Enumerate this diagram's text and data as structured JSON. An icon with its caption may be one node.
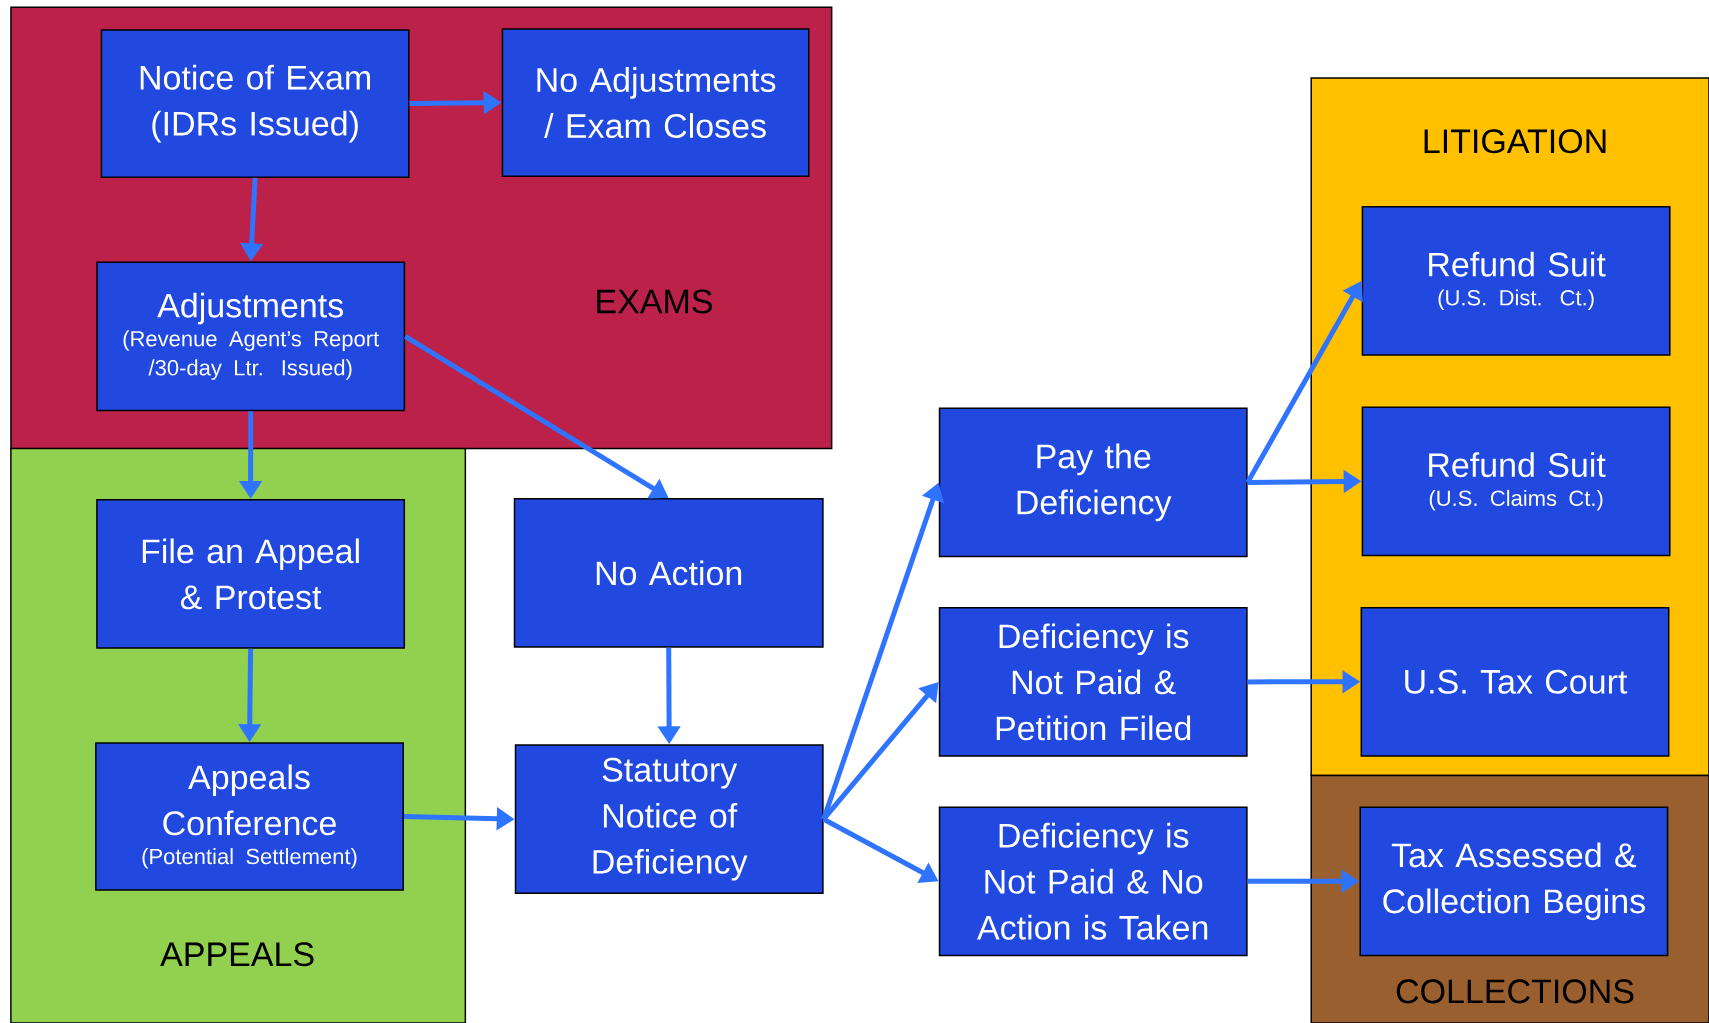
{
  "diagram": {
    "nodes": [
      {
        "text": [
          "EXAMS"
        ]
      },
      {
        "text": [
          "Notice of Exam (IDRs Issued)"
        ],
        "in": 0
      },
      {
        "text": [
          "No Adjustments / Exam Closes"
        ],
        "in": 0
      },
      {
        "text": [
          "Adjustments",
          "(Revenue Agent’s Report /30-day Ltr. Issued)"
        ],
        "in": 0
      },
      {
        "text": [
          "APPEALS"
        ]
      },
      {
        "text": [
          "File an Appeal & Protest"
        ],
        "in": 4
      },
      {
        "text": [
          "Appeals Conference",
          "(Potential Settlement)"
        ],
        "in": 4
      },
      {
        "text": [
          "No Action"
        ]
      },
      {
        "text": [
          "Statutory Notice of Deficiency"
        ]
      },
      {
        "text": [
          "Pay the Deficiency"
        ]
      },
      {
        "text": [
          "Deficiency is Not Paid & Petition Filed"
        ]
      },
      {
        "text": [
          "Deficiency is Not Paid & No Action is Taken"
        ]
      },
      {
        "text": [
          "LITIGATION"
        ]
      },
      {
        "text": [
          "Refund Suit",
          "(U.S. Dist. Ct.)"
        ],
        "in": 12
      },
      {
        "text": [
          "Refund Suit",
          "(U.S. Claims Ct.)"
        ],
        "in": 12
      },
      {
        "text": [
          "U.S. Tax Court"
        ],
        "in": 12
      },
      {
        "text": [
          "COLLECTIONS"
        ]
      },
      {
        "text": [
          "Tax Assessed & Collection Begins"
        ],
        "in": 16
      }
    ],
    "edges": [
      {
        "from": 1,
        "to": 2,
        "arrow": "to"
      },
      {
        "from": 1,
        "to": 3,
        "arrow": "to"
      },
      {
        "from": 3,
        "to": 5,
        "arrow": "to"
      },
      {
        "from": 3,
        "to": 7,
        "arrow": "to"
      },
      {
        "from": 5,
        "to": 6,
        "arrow": "to"
      },
      {
        "from": 6,
        "to": 8,
        "arrow": "to"
      },
      {
        "from": 7,
        "to": 8,
        "arrow": "to"
      },
      {
        "from": 8,
        "to": 9,
        "arrow": "to"
      },
      {
        "from": 8,
        "to": 10,
        "arrow": "to"
      },
      {
        "from": 8,
        "to": 11,
        "arrow": "to"
      },
      {
        "from": 9,
        "to": 13,
        "arrow": "to"
      },
      {
        "from": 9,
        "to": 14,
        "arrow": "to"
      },
      {
        "from": 10,
        "to": 15,
        "arrow": "to"
      },
      {
        "from": 11,
        "to": 17,
        "arrow": "to"
      }
    ]
  }
}
